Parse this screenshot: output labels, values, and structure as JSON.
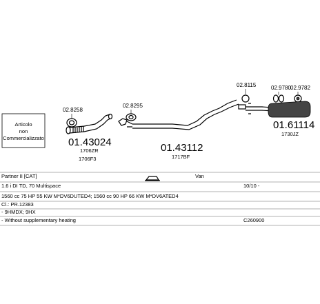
{
  "labels": {
    "not_sold_box": [
      "Articolo",
      "non",
      "Commercializzato"
    ],
    "clamp_1": "02.8258",
    "part_1": "01.43024",
    "part_1_ref_a": "1706ZR",
    "part_1_ref_b": "1706F3",
    "clamp_2": "02.8295",
    "part_2": "01.43112",
    "part_2_ref": "1717BF",
    "clamp_3": "02.8115",
    "clamp_4": "02.9780",
    "clamp_5": "02.9782",
    "part_3": "01.61114",
    "part_3_ref": "1730JZ"
  },
  "vehicle": {
    "model": "Partner II [CAT]",
    "type_label": "Van",
    "engine": "1.6 i DI TD, 70 Multispace",
    "years": "10/10 -",
    "spec": "1560 cc 75 HP 55 KW M*DV6DUTED4; 1560 cc 90 HP 66 KW M*DV6ATED4",
    "note_1": "Cl.: PR.12383",
    "note_2": "- 9HMDX; 9HX",
    "note_3": "- Without supplementary heating",
    "catalog_code": "C260900"
  },
  "icons": [
    "car-body-icon",
    "clamp-icon",
    "exhaust-pipe-icon",
    "silencer-icon"
  ]
}
